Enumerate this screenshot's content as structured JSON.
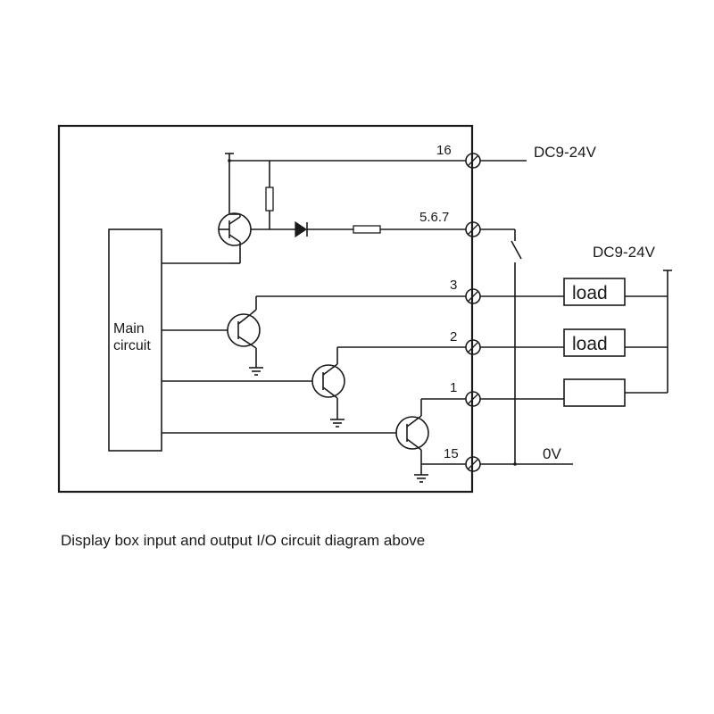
{
  "terminals": {
    "t16": "16",
    "t567": "5.6.7",
    "t3": "3",
    "t2": "2",
    "t1": "1",
    "t15": "15"
  },
  "supplies": {
    "top": "DC9-24V",
    "right": "DC9-24V",
    "ground": "0V"
  },
  "main_circuit": {
    "line1": "Main",
    "line2": "circuit"
  },
  "loads": {
    "load3": "load",
    "load2": "load"
  },
  "caption": "Display box input and output I/O circuit diagram above"
}
